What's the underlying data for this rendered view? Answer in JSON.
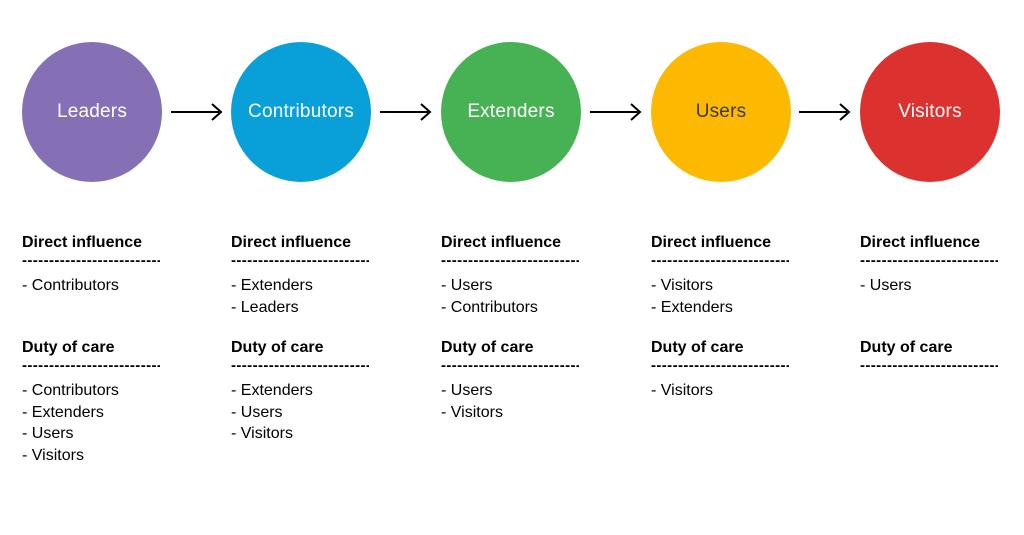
{
  "diagram": {
    "background": "#ffffff",
    "arrow_color": "#000000"
  },
  "sections": {
    "direct_label": "Direct influence",
    "duty_label": "Duty of care",
    "divider": "----------------------------------"
  },
  "stages": [
    {
      "name": "Leaders",
      "color": "#8570B6",
      "text_color": "#ffffff",
      "direct": [
        "- Contributors"
      ],
      "duty": [
        "- Contributors",
        "- Extenders",
        "- Users",
        "- Visitors"
      ]
    },
    {
      "name": "Contributors",
      "color": "#09A0D9",
      "text_color": "#ffffff",
      "direct": [
        "- Extenders",
        "- Leaders"
      ],
      "duty": [
        "- Extenders",
        "- Users",
        "- Visitors"
      ]
    },
    {
      "name": "Extenders",
      "color": "#47B254",
      "text_color": "#ffffff",
      "direct": [
        "- Users",
        "- Contributors"
      ],
      "duty": [
        "- Users",
        "- Visitors"
      ]
    },
    {
      "name": "Users",
      "color": "#FDB900",
      "text_color": "#3D3A33",
      "direct": [
        "- Visitors",
        "- Extenders"
      ],
      "duty": [
        "- Visitors"
      ]
    },
    {
      "name": "Visitors",
      "color": "#DB3230",
      "text_color": "#ffffff",
      "direct": [
        "- Users"
      ],
      "duty": []
    }
  ]
}
